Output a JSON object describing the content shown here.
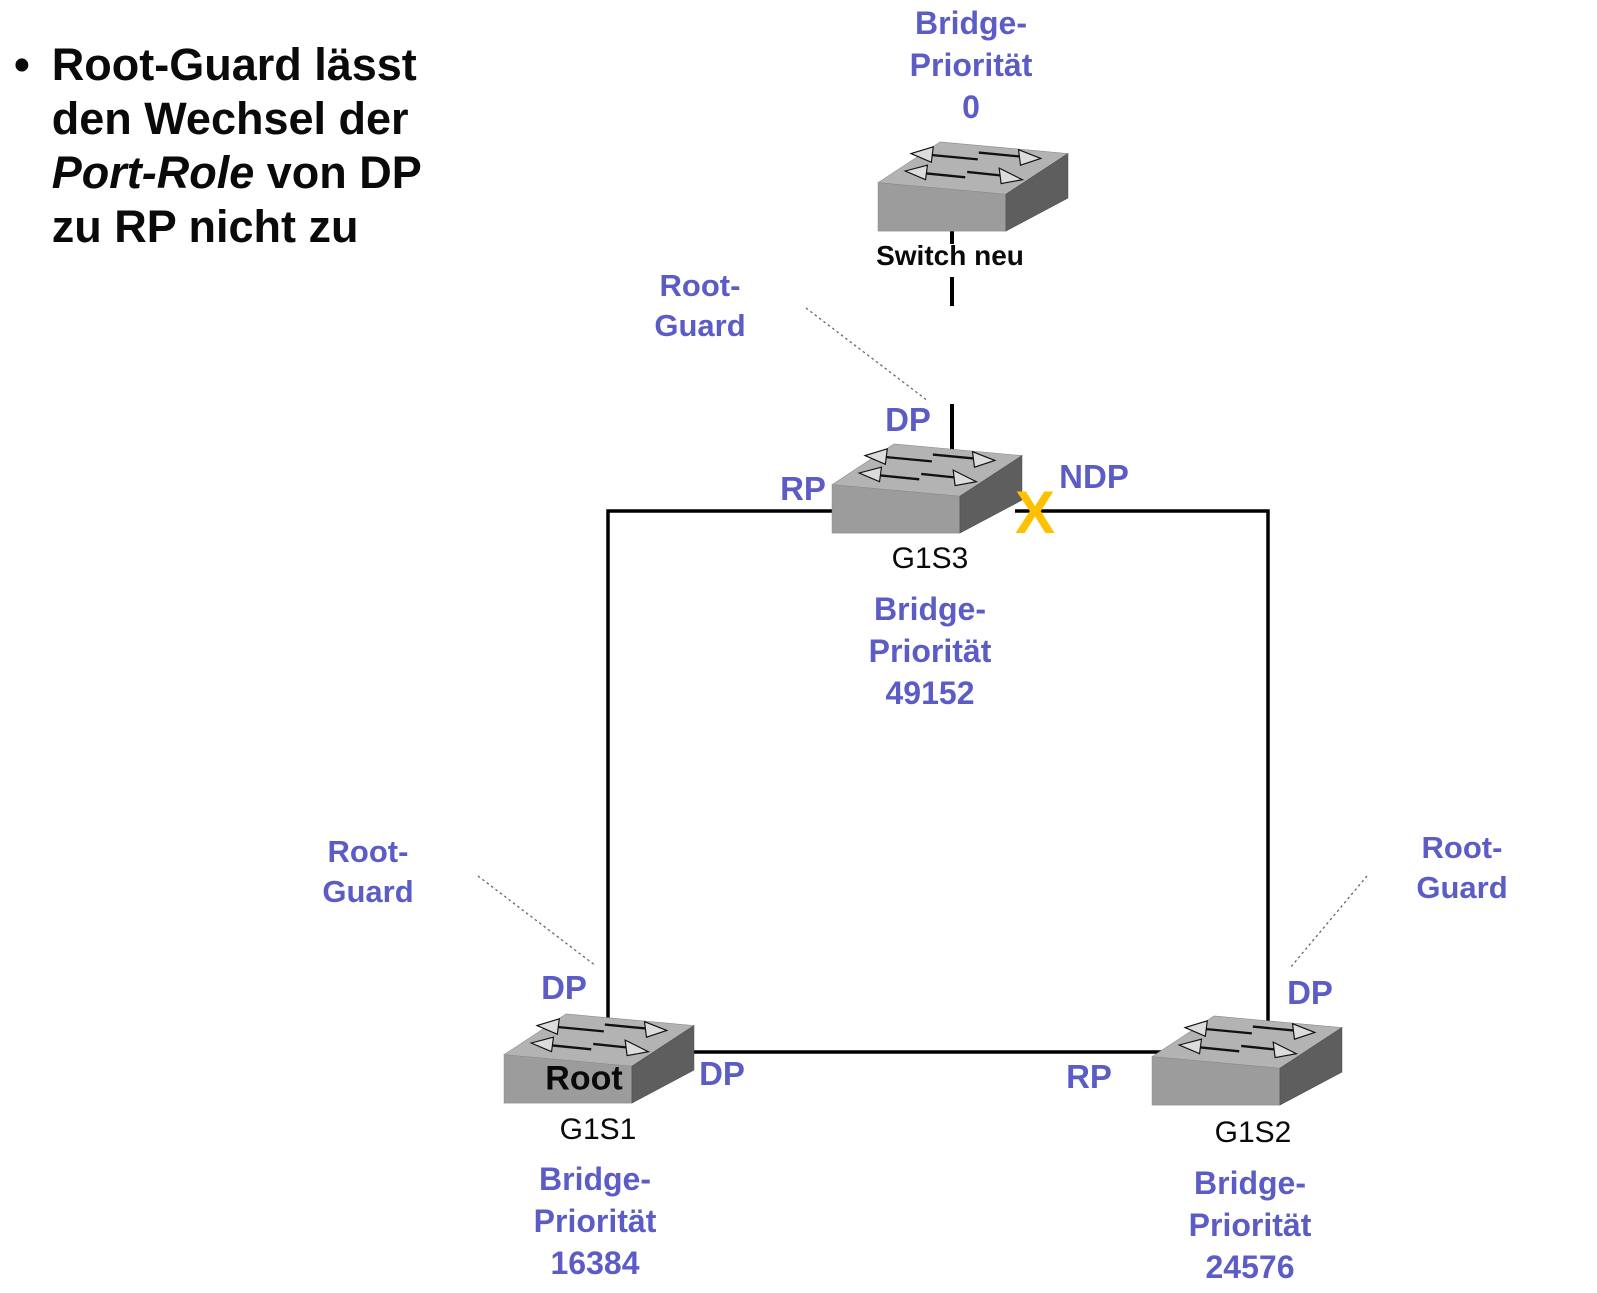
{
  "colors": {
    "accent_blue": "#5C5CC6",
    "cross_yellow": "#FFC000",
    "link_black": "#000000",
    "switch_top_gray": "#B3B3B3",
    "switch_front_gray": "#9C9C9C",
    "switch_side_gray": "#5E5E5E"
  },
  "bullet": {
    "marker": "•",
    "line1": "Root-Guard lässt",
    "line2": "den Wechsel der",
    "line3_italic": "Port-Role",
    "line3_rest": " von DP",
    "line4": "zu RP nicht zu"
  },
  "root_guard": {
    "line1": "Root-",
    "line2": "Guard"
  },
  "priority": {
    "line1": "Bridge-",
    "line2": "Priorität"
  },
  "switch_new": {
    "name": "Switch neu",
    "priority_value": "0"
  },
  "g1s3": {
    "name": "G1S3",
    "priority_value": "49152",
    "port_top": "DP",
    "port_left": "RP",
    "port_right": "NDP",
    "blocked_mark": "X"
  },
  "g1s1": {
    "name": "G1S1",
    "face_label": "Root",
    "priority_value": "16384",
    "port_top": "DP",
    "port_right": "DP"
  },
  "g1s2": {
    "name": "G1S2",
    "priority_value": "24576",
    "port_top": "DP",
    "port_left": "RP"
  }
}
